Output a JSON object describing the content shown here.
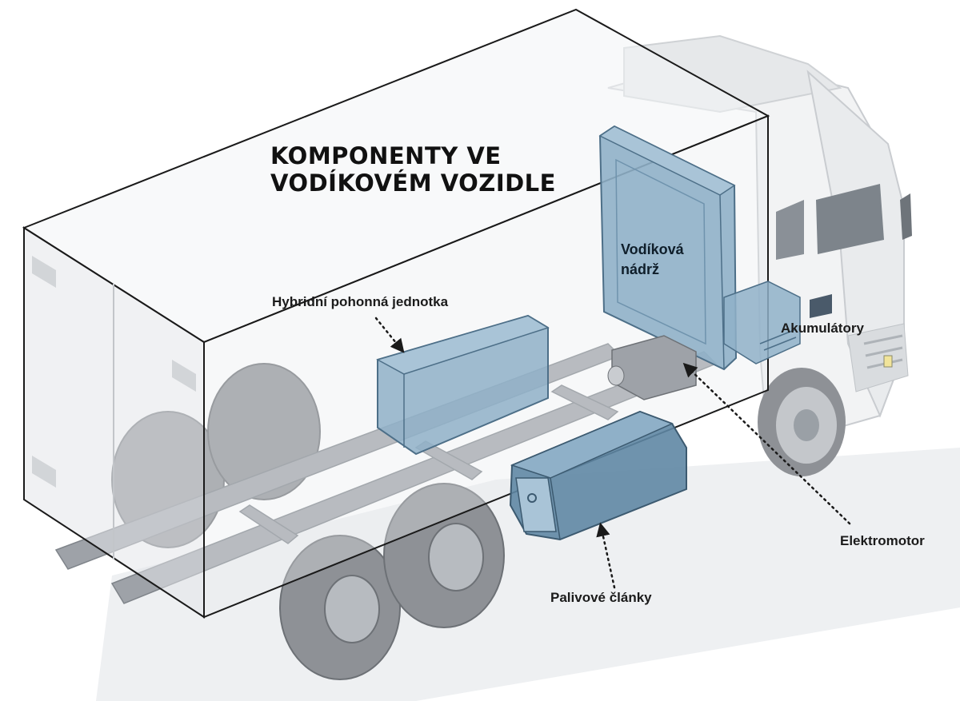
{
  "title": {
    "line1": "KOMPONENTY VE",
    "line2": "VODÍKOVÉM VOZIDLE"
  },
  "labels": {
    "hydrogen_tank_line1": "Vodíková",
    "hydrogen_tank_line2": "nádrž",
    "hybrid_unit": "Hybridní pohonná jednotka",
    "batteries": "Akumulátory",
    "electric_motor": "Elektromotor",
    "fuel_cells": "Palivové články"
  },
  "colors": {
    "component_blue": "#8fb0c8",
    "component_blue_dark": "#5f87a4",
    "truck_gray": "#c9ccd0",
    "tire_gray": "#8e9196",
    "chassis_gray": "#9ea2a8",
    "cab_white": "#f2f3f4",
    "outline": "#1a1a1a"
  }
}
